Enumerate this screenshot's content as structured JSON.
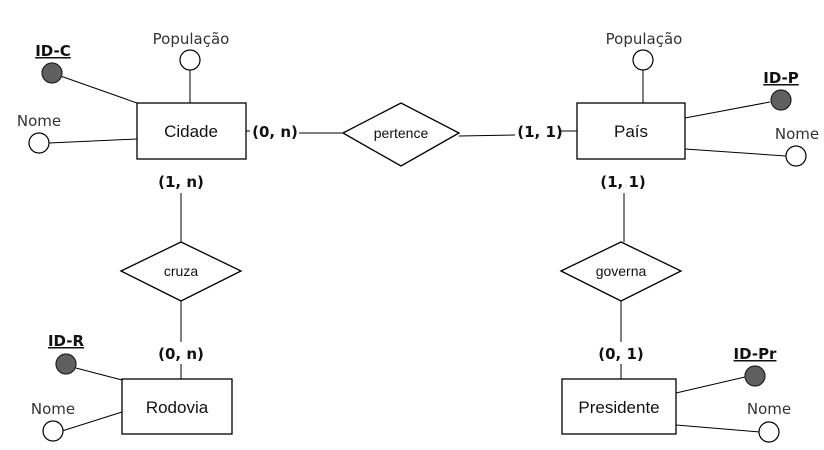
{
  "entities": {
    "cidade": "Cidade",
    "pais": "País",
    "rodovia": "Rodovia",
    "presidente": "Presidente"
  },
  "relationships": {
    "pertence": "pertence",
    "cruza": "cruza",
    "governa": "governa"
  },
  "attributes": {
    "cidade": {
      "key": "ID-C",
      "populacao": "População",
      "nome": "Nome"
    },
    "pais": {
      "key": "ID-P",
      "populacao": "População",
      "nome": "Nome"
    },
    "rodovia": {
      "key": "ID-R",
      "nome": "Nome"
    },
    "presidente": {
      "key": "ID-Pr",
      "nome": "Nome"
    }
  },
  "cardinalities": {
    "cidade_pertence": "(0, n)",
    "pais_pertence": "(1, 1)",
    "cidade_cruza": "(1, n)",
    "rodovia_cruza": "(0, n)",
    "pais_governa": "(1, 1)",
    "presidente_governa": "(0, 1)"
  },
  "colors": {
    "key_attribute_fill": "#5f5f5f",
    "line": "#000000"
  }
}
